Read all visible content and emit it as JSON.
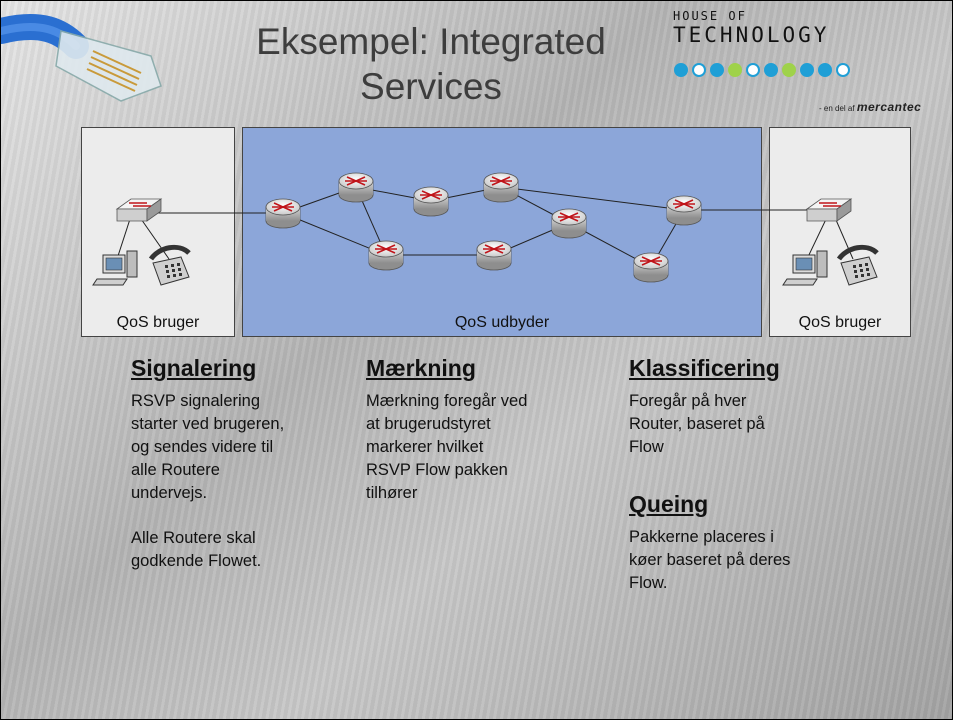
{
  "title": "Eksempel: Integrated Services",
  "logo": {
    "line1": "HOUSE OF",
    "line2": "TECHNOLOGY",
    "tagline_small": "- en del af",
    "brand": "mercantec",
    "dot_colors": [
      "#1f9fd6",
      "#ffffff",
      "#1f9fd6",
      "#9fd24a",
      "#ffffff",
      "#1f9fd6",
      "#9fd24a",
      "#1f9fd6",
      "#1f9fd6",
      "#ffffff"
    ]
  },
  "diagram": {
    "left_user_label": "QoS bruger",
    "provider_label": "QoS udbyder",
    "right_user_label": "QoS bruger",
    "provider_color": "#8ca6d9"
  },
  "columns": {
    "signalering": {
      "heading": "Signalering",
      "text1": "RSVP signalering\nstarter ved brugeren,\nog sendes videre til\nalle Routere\nundervejs.",
      "text2": "Alle Routere skal\ngodkende Flowet."
    },
    "maerkning": {
      "heading": "Mærkning",
      "text": "Mærkning foregår ved\nat brugerudstyret\nmarkerer hvilket\nRSVP Flow pakken\ntilhører"
    },
    "klassificering": {
      "heading": "Klassificering",
      "text": "Foregår på hver\nRouter, baseret på\nFlow"
    },
    "queing": {
      "heading": "Queing",
      "text": "Pakkerne placeres i\nkøer baseret på deres\nFlow."
    }
  }
}
